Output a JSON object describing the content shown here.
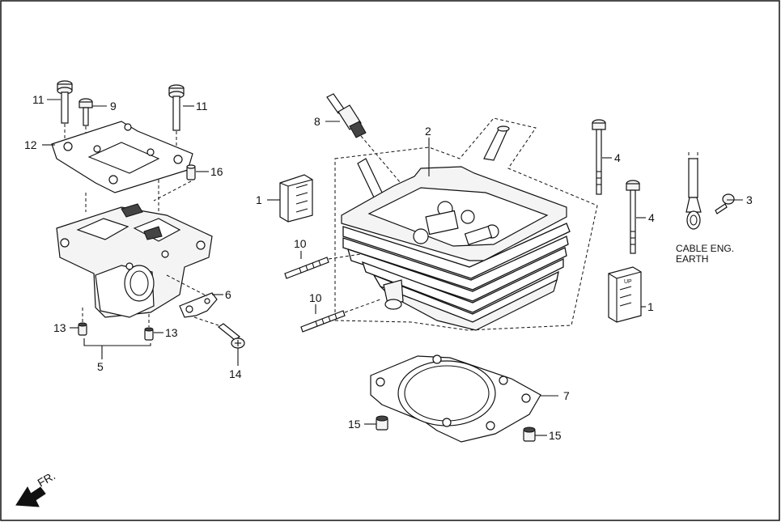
{
  "diagram": {
    "callouts": {
      "c1a": "1",
      "c1b": "1",
      "c2": "2",
      "c3": "3",
      "c4a": "4",
      "c4b": "4",
      "c5": "5",
      "c6": "6",
      "c7": "7",
      "c8": "8",
      "c9": "9",
      "c10a": "10",
      "c10b": "10",
      "c11a": "11",
      "c11b": "11",
      "c12": "12",
      "c13a": "13",
      "c13b": "13",
      "c14": "14",
      "c15a": "15",
      "c15b": "15",
      "c16": "16"
    },
    "cable_label_line1": "CABLE ENG.",
    "cable_label_line2": "EARTH",
    "up_mark": "UP",
    "front_label": "FR."
  }
}
